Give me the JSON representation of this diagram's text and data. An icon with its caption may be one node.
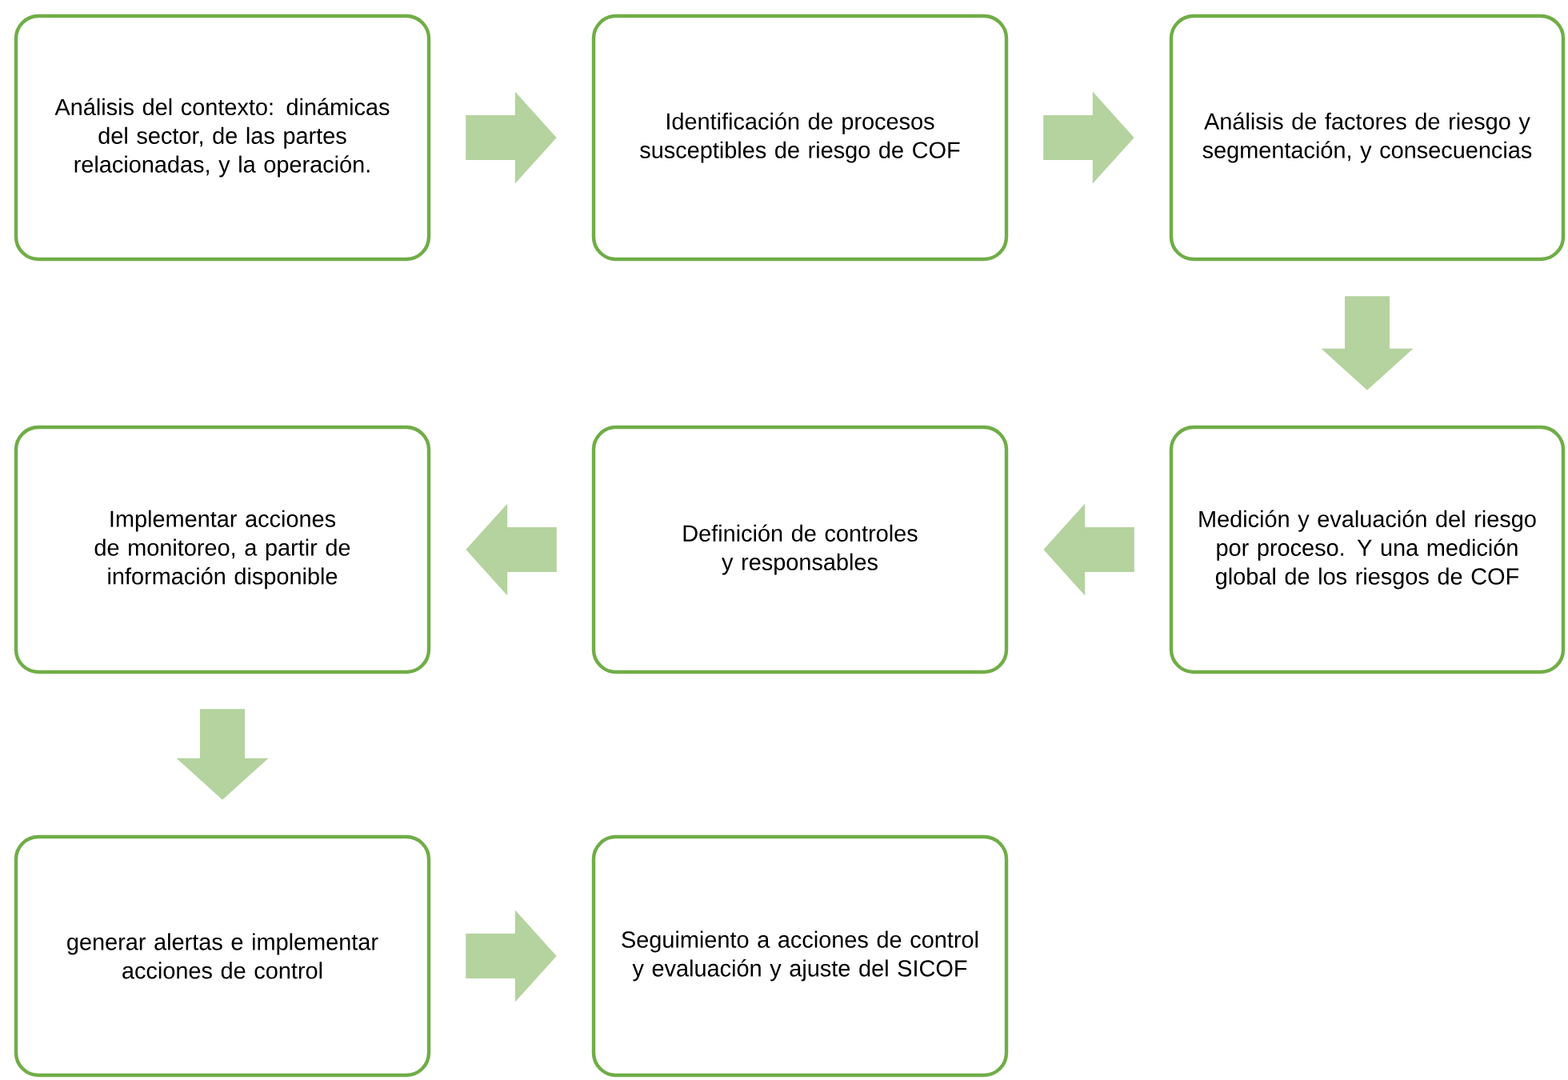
{
  "diagram": {
    "nodes": [
      {
        "text": [
          "Análisis del contexto: dinámicas del sector, de las partes relacionadas, y la operación."
        ]
      },
      {
        "text": [
          "Identificación de procesos susceptibles de riesgo de COF"
        ]
      },
      {
        "text": [
          "Análisis de factores de riesgo y segmentación, y consecuencias"
        ]
      },
      {
        "text": [
          "Medición y evaluación del riesgo por proceso. Y una medición global de los riesgos de COF"
        ]
      },
      {
        "text": [
          "Definición de controles  y responsables"
        ]
      },
      {
        "text": [
          "Implementar acciones de monitoreo, a partir de información disponible"
        ]
      },
      {
        "text": [
          "generar alertas e implementar acciones de control"
        ]
      },
      {
        "text": [
          "Seguimiento a acciones de control y evaluación y ajuste del SICOF"
        ]
      }
    ],
    "edges": [
      {
        "from": 0,
        "to": 1,
        "arrow": "to"
      },
      {
        "from": 1,
        "to": 2,
        "arrow": "to"
      },
      {
        "from": 2,
        "to": 3,
        "arrow": "to"
      },
      {
        "from": 3,
        "to": 4,
        "arrow": "to"
      },
      {
        "from": 4,
        "to": 5,
        "arrow": "to"
      },
      {
        "from": 5,
        "to": 6,
        "arrow": "to"
      },
      {
        "from": 6,
        "to": 7,
        "arrow": "to"
      }
    ]
  }
}
